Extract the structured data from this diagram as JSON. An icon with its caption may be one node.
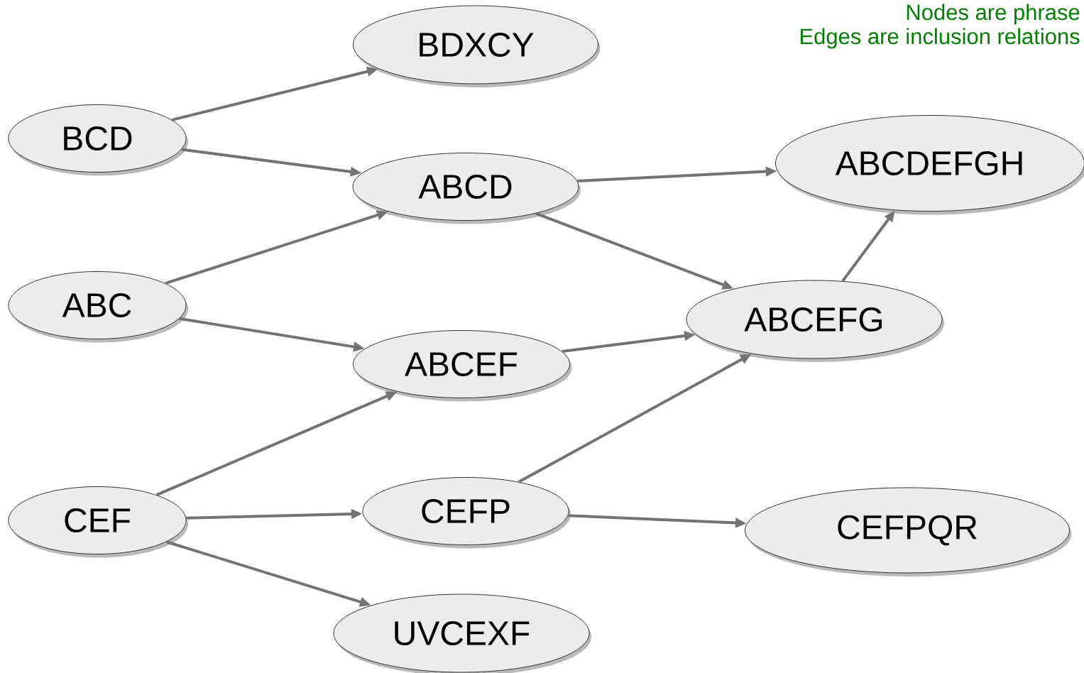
{
  "diagram": {
    "nodes": [
      {
        "text": [
          "BDXCY"
        ]
      },
      {
        "text": [
          "BCD"
        ]
      },
      {
        "text": [
          "ABCD"
        ]
      },
      {
        "text": [
          "ABCDEFGH"
        ]
      },
      {
        "text": [
          "ABC"
        ]
      },
      {
        "text": [
          "ABCEFG"
        ]
      },
      {
        "text": [
          "ABCEF"
        ]
      },
      {
        "text": [
          "CEF"
        ]
      },
      {
        "text": [
          "CEFP"
        ]
      },
      {
        "text": [
          "CEFPQR"
        ]
      },
      {
        "text": [
          "UVCEXF"
        ]
      }
    ],
    "edges": [
      {
        "from": 1,
        "to": 0,
        "arrow": "to"
      },
      {
        "from": 1,
        "to": 2,
        "arrow": "to"
      },
      {
        "from": 4,
        "to": 2,
        "arrow": "to"
      },
      {
        "from": 4,
        "to": 6,
        "arrow": "to"
      },
      {
        "from": 7,
        "to": 6,
        "arrow": "to"
      },
      {
        "from": 7,
        "to": 8,
        "arrow": "to"
      },
      {
        "from": 7,
        "to": 10,
        "arrow": "to"
      },
      {
        "from": 2,
        "to": 3,
        "arrow": "to"
      },
      {
        "from": 2,
        "to": 5,
        "arrow": "to"
      },
      {
        "from": 6,
        "to": 5,
        "arrow": "to"
      },
      {
        "from": 8,
        "to": 5,
        "arrow": "to"
      },
      {
        "from": 8,
        "to": 9,
        "arrow": "to"
      },
      {
        "from": 5,
        "to": 3,
        "arrow": "to"
      }
    ],
    "labels": [
      "Nodes are phrase",
      "Edges are inclusion relations"
    ]
  }
}
